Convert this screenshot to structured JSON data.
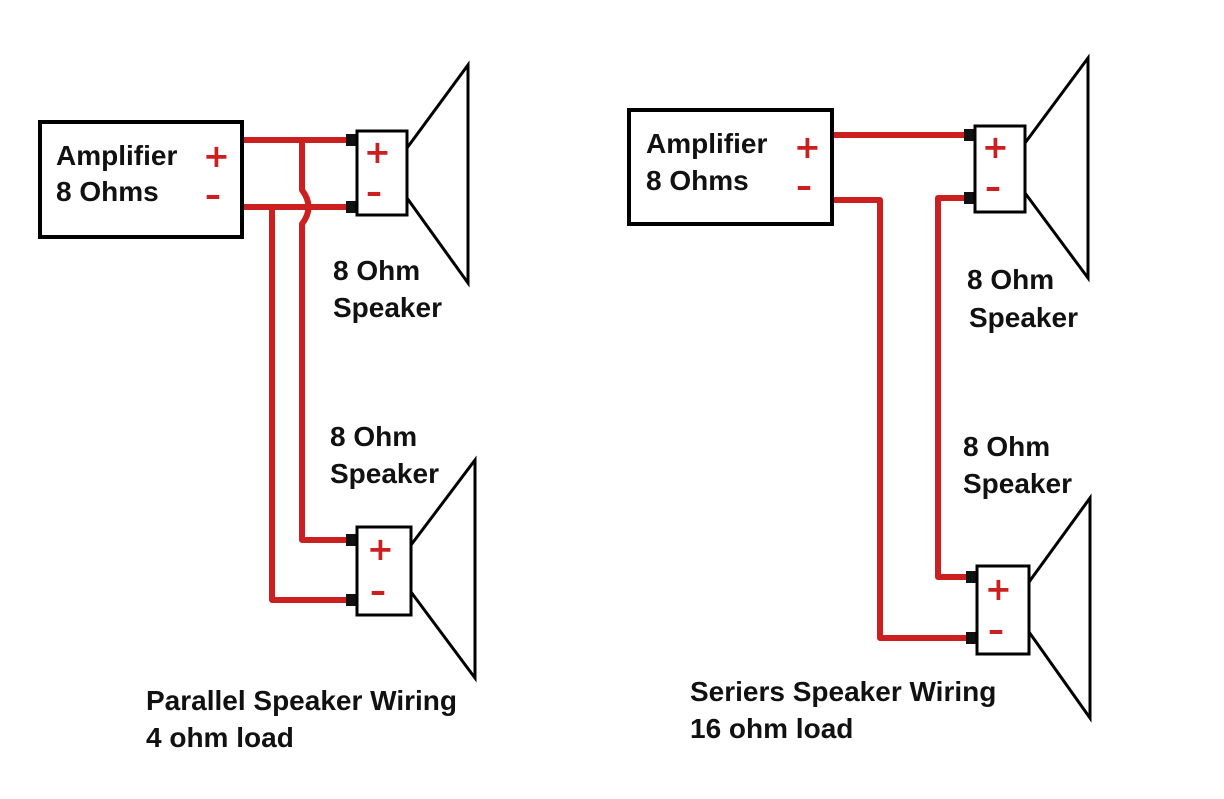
{
  "colors": {
    "wire_red": "#cc1f1f",
    "wire_black": "#111111",
    "sign_red": "#cc1f1f"
  },
  "left": {
    "amplifier": {
      "name": "Amplifier",
      "ohms": "8 Ohms",
      "plus": "+",
      "minus": "–"
    },
    "speaker_top": {
      "line1": "8 Ohm",
      "line2": "Speaker",
      "plus": "+",
      "minus": "–"
    },
    "speaker_bottom": {
      "line1": "8 Ohm",
      "line2": "Speaker",
      "plus": "+",
      "minus": "–"
    },
    "caption": {
      "title": "Parallel Speaker Wiring",
      "load": "4 ohm load"
    }
  },
  "right": {
    "amplifier": {
      "name": "Amplifier",
      "ohms": "8 Ohms",
      "plus": "+",
      "minus": "–"
    },
    "speaker_top": {
      "line1": "8 Ohm",
      "line2": "Speaker",
      "plus": "+",
      "minus": "–"
    },
    "speaker_bottom": {
      "line1": "8 Ohm",
      "line2": "Speaker",
      "plus": "+",
      "minus": "–"
    },
    "caption": {
      "title": "Seriers Speaker Wiring",
      "load": "16 ohm load"
    }
  }
}
